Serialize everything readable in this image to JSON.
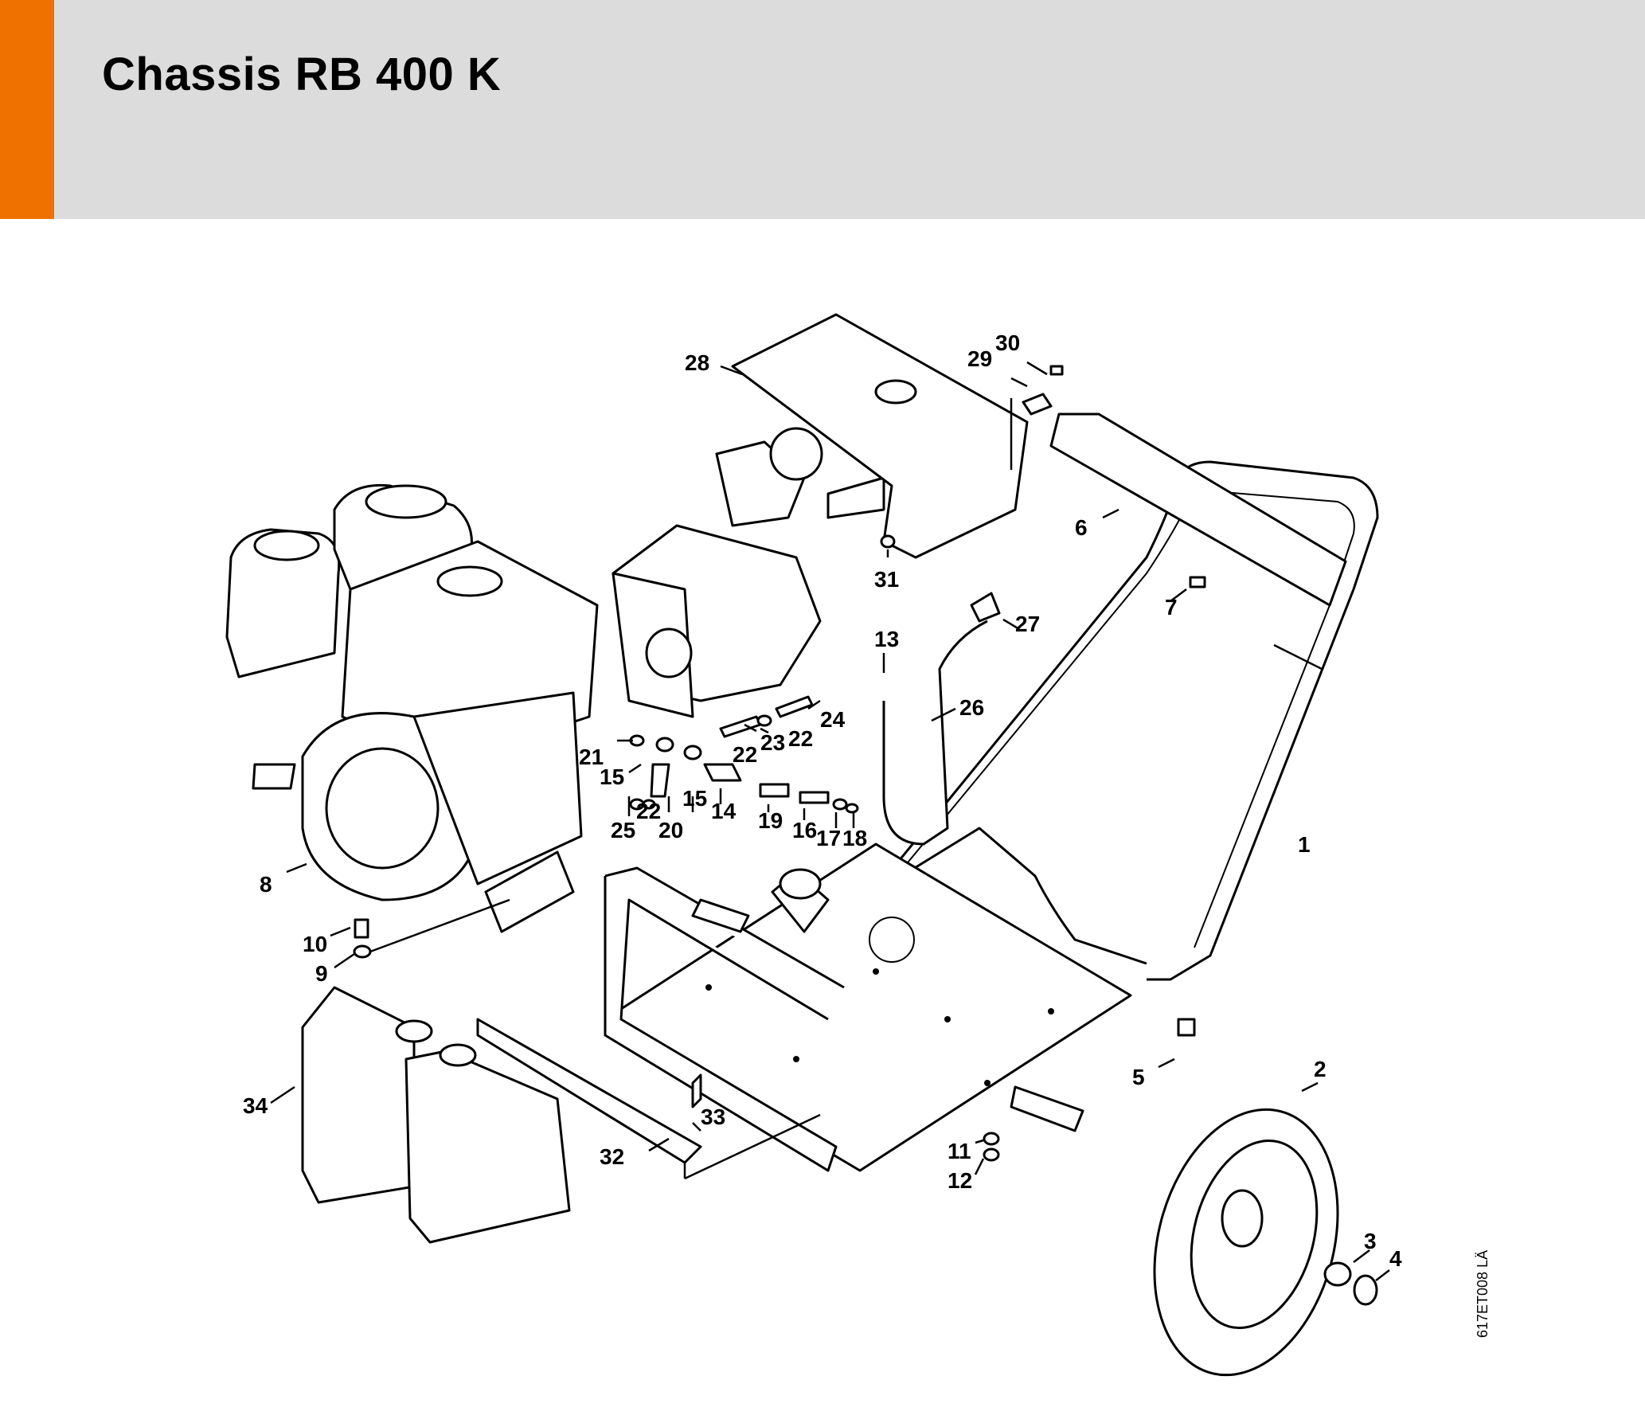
{
  "header": {
    "title": "Chassis RB 400 K",
    "accent_color": "#ef7100",
    "background_color": "#dcdcdc"
  },
  "diagram": {
    "drawing_code": "617ET008 LÄ",
    "callouts": [
      "1",
      "2",
      "3",
      "4",
      "5",
      "6",
      "7",
      "8",
      "9",
      "10",
      "11",
      "12",
      "13",
      "14",
      "15",
      "15",
      "16",
      "17",
      "18",
      "19",
      "20",
      "21",
      "22",
      "22",
      "22",
      "23",
      "24",
      "25",
      "26",
      "27",
      "28",
      "29",
      "30",
      "31",
      "32",
      "33",
      "34"
    ]
  }
}
